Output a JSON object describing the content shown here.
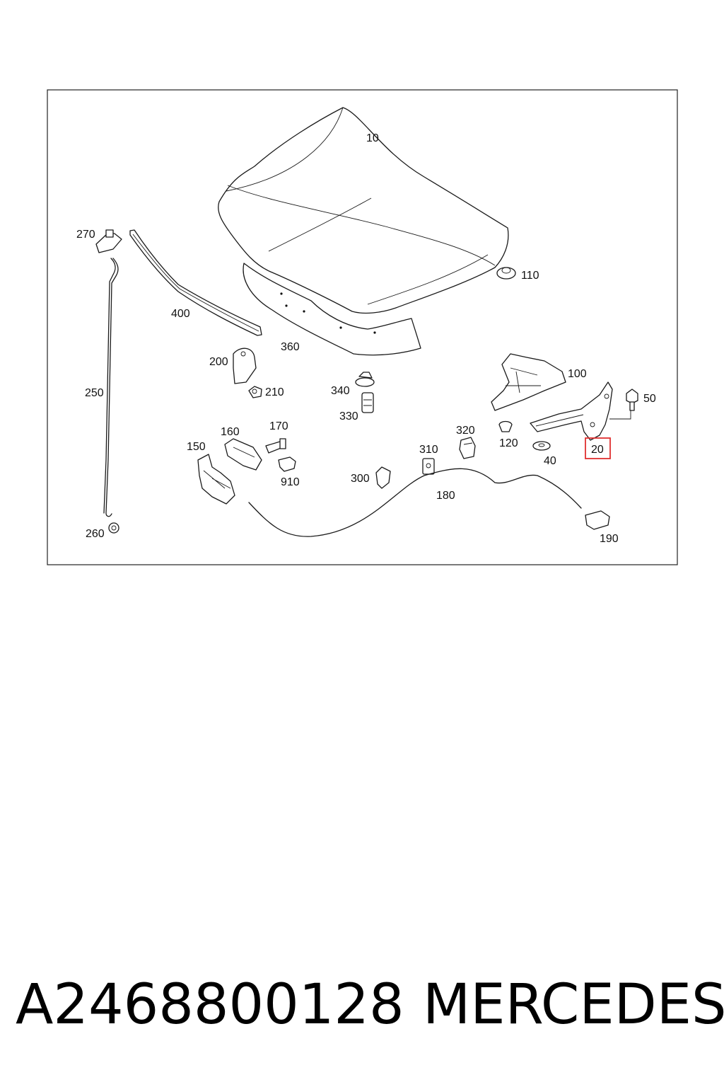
{
  "diagram": {
    "labels": {
      "p10": "10",
      "p20": "20",
      "p40": "40",
      "p50": "50",
      "p100": "100",
      "p110": "110",
      "p120": "120",
      "p150": "150",
      "p160": "160",
      "p170": "170",
      "p180": "180",
      "p190": "190",
      "p200": "200",
      "p210": "210",
      "p250": "250",
      "p260": "260",
      "p270": "270",
      "p300": "300",
      "p310": "310",
      "p320": "320",
      "p330": "330",
      "p340": "340",
      "p360": "360",
      "p400": "400",
      "p910": "910"
    },
    "highlighted_part": "20",
    "highlight_color": "#e03030"
  },
  "footer": {
    "part_number": "A2468800128",
    "manufacturer": "MERCEDES"
  }
}
